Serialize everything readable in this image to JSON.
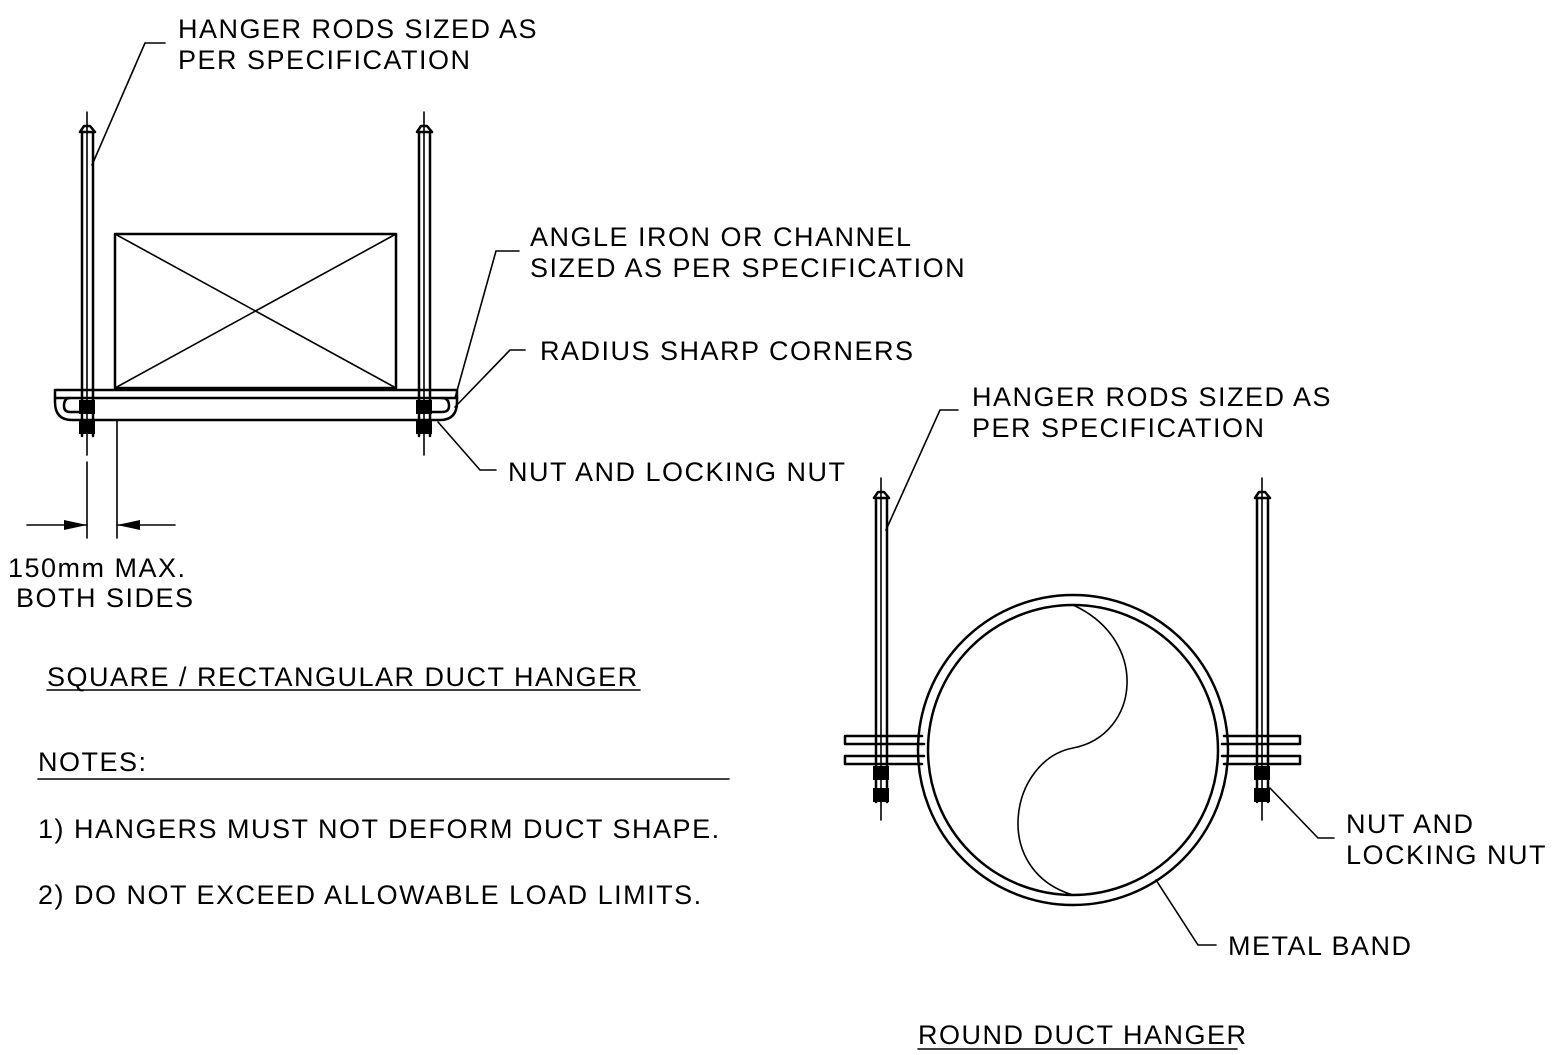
{
  "rect_hanger": {
    "title": "SQUARE / RECTANGULAR DUCT HANGER",
    "label_rods_line1": "HANGER RODS SIZED AS",
    "label_rods_line2": "PER SPECIFICATION",
    "label_angle_line1": "ANGLE IRON OR CHANNEL",
    "label_angle_line2": "SIZED AS PER SPECIFICATION",
    "label_radius": "RADIUS SHARP CORNERS",
    "label_nut": "NUT AND LOCKING NUT",
    "dim_line1": "150mm MAX.",
    "dim_line2": "BOTH SIDES"
  },
  "notes": {
    "heading": "NOTES:",
    "items": [
      "1) HANGERS MUST NOT DEFORM DUCT SHAPE.",
      "2) DO NOT EXCEED ALLOWABLE LOAD LIMITS."
    ]
  },
  "round_hanger": {
    "title": "ROUND DUCT HANGER",
    "label_rods_line1": "HANGER RODS SIZED AS",
    "label_rods_line2": "PER SPECIFICATION",
    "label_nut_line1": "NUT AND",
    "label_nut_line2": "LOCKING NUT",
    "label_band": "METAL BAND"
  }
}
